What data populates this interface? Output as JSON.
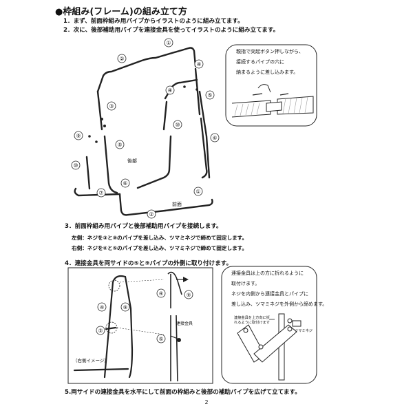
{
  "title": "●枠組み(フレーム)の組み立て方",
  "steps": {
    "s1": "1．まず、前面枠組み用パイプからイラストのように組み立てます。",
    "s2": "2．次に、後部補助用パイプを連接金具を使ってイラストのように組み立てます。",
    "s3": "3．前面枠組み用パイプと後部補助用パイプを接続します。",
    "s3_left": "左側：ネジを③と⑨のパイプを差し込み、ツマミネジで締めて固定します。",
    "s3_right": "右側：ネジを④と⑤のパイプを差し込み、ツマミネジで締めて固定します。",
    "s4": "4．連接金具を両サイドの⑤と⑨パイプの外側に取り付けます。",
    "s5": "5.両サイドの連接金具を水平にして前面の枠組みと後部の補助パイプを広げて立てます。"
  },
  "callout1": {
    "line1": "親指で突起ボタン押しながら、",
    "line2": "接続するパイプの穴に",
    "line3": "納まるように差し込みます。"
  },
  "callout2": {
    "line1": "連接金具は上の方に折れるように",
    "line2": "取付けます。",
    "line3": "ネジを内側から連接金具とパイプに",
    "line4": "差し込み、ツマミネジを外側から締めます。",
    "inner_note1": "連接金具を上方向に折",
    "inner_note2": "れるように取付けます",
    "knob_label": "ツマミネジ"
  },
  "fig1": {
    "label_rear": "後部",
    "label_front": "前面",
    "n1": "①",
    "n2": "②",
    "n3": "③",
    "n4": "④",
    "n5": "⑤",
    "n6": "⑥",
    "n7": "⑦",
    "n8": "⑧",
    "n9": "⑨",
    "n10": "⑩"
  },
  "fig2": {
    "connector_label": "連接金具",
    "right_side_image": "（右側イメージ）"
  },
  "page_number": "2"
}
